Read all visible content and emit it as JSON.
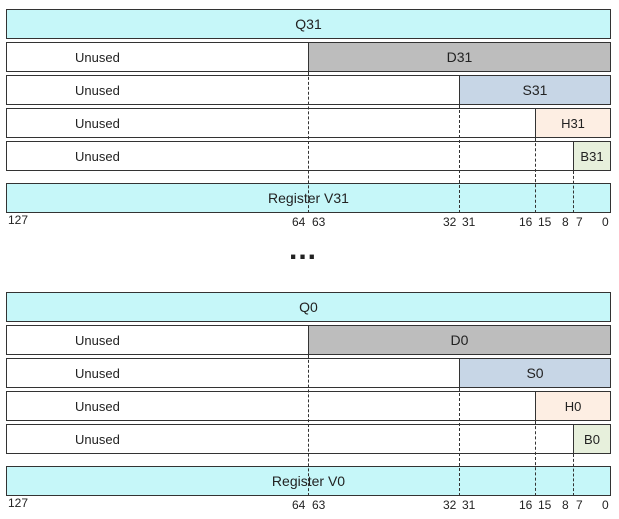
{
  "upper": {
    "q_label": "Q31",
    "unused_label": "Unused",
    "d_label": "D31",
    "s_label": "S31",
    "h_label": "H31",
    "b_label": "B31",
    "register_label": "Register V31"
  },
  "lower": {
    "q_label": "Q0",
    "unused_label": "Unused",
    "d_label": "D0",
    "s_label": "S0",
    "h_label": "H0",
    "b_label": "B0",
    "register_label": "Register V0"
  },
  "ellipsis": "...",
  "bit_ticks": [
    "127",
    "64",
    "63",
    "32",
    "31",
    "16",
    "15",
    "8",
    "7",
    "0"
  ]
}
